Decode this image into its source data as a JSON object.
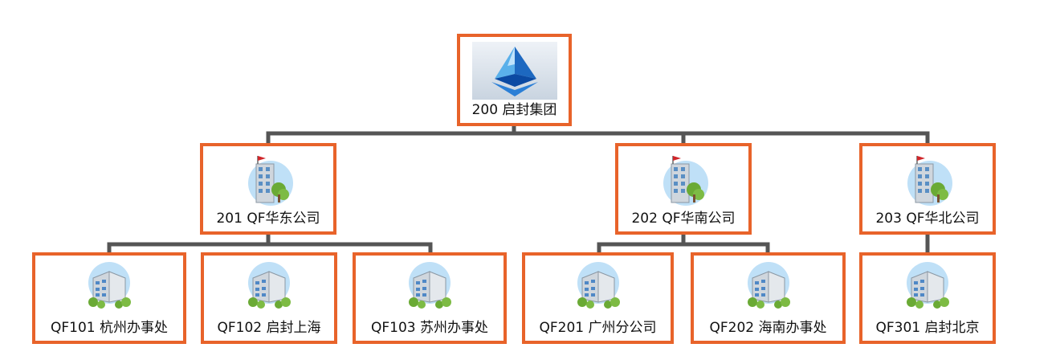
{
  "root": {
    "label": "200 启封集团",
    "icon": "pyramid-logo-icon"
  },
  "companies": [
    {
      "label": "201 QF华东公司",
      "icon": "company-building-icon"
    },
    {
      "label": "202 QF华南公司",
      "icon": "company-building-icon"
    },
    {
      "label": "203 QF华北公司",
      "icon": "company-building-icon"
    }
  ],
  "offices": [
    {
      "label": "QF101 杭州办事处",
      "icon": "office-building-icon"
    },
    {
      "label": "QF102 启封上海",
      "icon": "office-building-icon"
    },
    {
      "label": "QF103 苏州办事处",
      "icon": "office-building-icon"
    },
    {
      "label": "QF201 广州分公司",
      "icon": "office-building-icon"
    },
    {
      "label": "QF202 海南办事处",
      "icon": "office-building-icon"
    },
    {
      "label": "QF301 启封北京",
      "icon": "office-building-icon"
    }
  ],
  "colors": {
    "node_border": "#e8632a",
    "connector": "#555555"
  }
}
